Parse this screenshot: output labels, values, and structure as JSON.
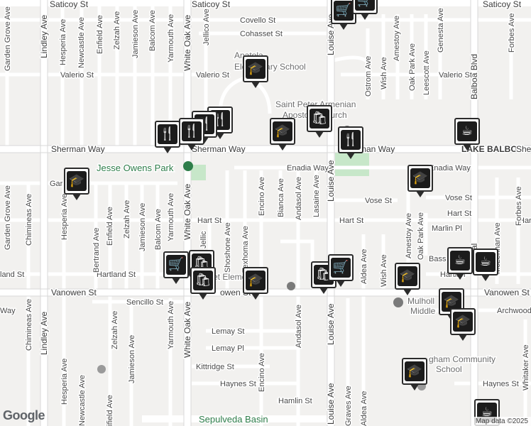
{
  "map": {
    "colors": {
      "background": "#f2f1ef",
      "road": "#ffffff",
      "arterial": "#ffffff",
      "park": "#c7e7c9",
      "marker": "#1c1c1c"
    },
    "streets_h": {
      "saticoy_w": "Saticoy St",
      "saticoy_e": "Saticoy St",
      "covello": "Covello St",
      "cohasset": "Cohasset St",
      "valerio_w": "Valerio St",
      "valerio_c": "Valerio St",
      "valerio_e": "Valerio St",
      "sherman_w": "Sherman Way",
      "sherman_c": "Sherman Way",
      "sherman_e": "man Way",
      "lake_balboa": "LAKE BALBOA",
      "sherman_far": "She",
      "enadia_c": "Enadia Way",
      "enadia_e": "Enadia Way",
      "vose_c": "Vose St",
      "vose_e": "Vose St",
      "hart_w": "Hart St",
      "hart_c": "Hart St",
      "hart_e": "Hart St",
      "hart_far": "Har",
      "marlin": "Marlin Pl",
      "hartland_w": "land St",
      "hartland_c": "Hartland St",
      "hartland_e": "Hartlan",
      "bass": "Bass",
      "vanowen_w": "Vanowen St",
      "vanowen_c": "owen St",
      "vanowen_e": "Vanowen St",
      "sencillo": "Sencillo St",
      "archwood": "Archwood S",
      "lemay_st": "Lemay St",
      "lemay_pl": "Lemay Pl",
      "kittridge": "Kittridge St",
      "haynes_c": "Haynes St",
      "haynes_e": "Haynes St",
      "hamlin": "Hamlin St",
      "way_w1": "Way",
      "way_w2": "Way",
      "gar": "Gar"
    },
    "streets_v": {
      "garden_grove_n": "Garden Grove Ave",
      "lindley_n": "Lindley Ave",
      "hesperia_n": "Hesperia Ave",
      "newcastle_n": "Newcastle Ave",
      "enfield_n": "Enfield Ave",
      "zelzah_n": "Zelzah Ave",
      "jamieson_n": "Jamieson Ave",
      "balcom_n": "Balcom Ave",
      "yarmouth_n": "Yarmouth Ave",
      "white_oak_n": "White Oak Ave",
      "jellico_n": "Jellico Ave",
      "louise_n": "Louise Ave",
      "ostrom": "Ostrom Ave",
      "wish_n": "Wish Ave",
      "amestoy_n": "Amestoy Ave",
      "oak_park_n": "Oak Park Ave",
      "leescott": "Leescott Ave",
      "genesta": "Genesta Ave",
      "forbes_n": "Forbes Ave",
      "balboa_n": "Balboa Blvd",
      "garden_grove_s": "Garden Grove Ave",
      "chimineas_c": "Chimineas Ave",
      "hesperia_c": "Hesperia Ave",
      "bertrand": "Bertrand Ave",
      "enfield_c": "Enfield Ave",
      "zelzah_c": "Zelzah Ave",
      "jamieson_c": "Jamieson Ave",
      "balcom_c": "Balcom Ave",
      "yarmouth_c": "Yarmouth Ave",
      "white_oak_c": "White Oak Ave",
      "jellico_c": "Jellic",
      "shoshone": "Shoshone Ave",
      "texhoma": "Texhoma Ave",
      "encino_n": "Encino Ave",
      "bianca": "Bianca Ave",
      "andasol_n": "Andasol Ave",
      "lasaine": "Lasaine Ave",
      "louise_c": "Louise Ave",
      "aldea_n": "Aldea Ave",
      "wish_c": "Wish Ave",
      "amestoy_c": "Amestoy Ave",
      "oak_park_c": "Oak Park Ave",
      "balboa_c": "Bal",
      "mclennan": "McLennan Ave",
      "forbes_c": "Forbes Ave",
      "chimineas_s": "Chimineas Ave",
      "hesperia_s": "Hesperia Ave",
      "enfield_s": "ifield Ave",
      "zelzah_s": "Zelzah Ave",
      "jamieson_s": "Jamieson Ave",
      "yarmouth_s": "Yarmouth Ave",
      "white_oak_s": "White Oak Ave",
      "encino_s": "Encino Ave",
      "andasol_s": "Andasol Ave",
      "louise_s": "Louise Ave",
      "graves": "Graves Ave",
      "aldea_s": "Aldea Ave",
      "whitaker": "Whitaker Ave",
      "lindley_s": "Lindley Ave",
      "newcastle_s": "Newcastle Ave"
    },
    "places": {
      "anatola_school_a": "Anatola",
      "anatola_school_b": "Elementary School",
      "saint_peter_a": "Saint Peter Armenian",
      "saint_peter_b": "Apostolic Church",
      "jesse_owens": "Jesse Owens Park",
      "elem_school_c": "et Elementary",
      "mulholland_a": "Mulholl",
      "mulholland_b": "Middle",
      "community_school_a": "gham Community",
      "community_school_b": "School",
      "sepulveda": "Sepulveda Basin"
    },
    "markers": [
      {
        "name": "shopping-cart-icon",
        "glyph": "🛒"
      },
      {
        "name": "restaurant-icon",
        "glyph": "🍴"
      },
      {
        "name": "school-icon",
        "glyph": "🎓"
      },
      {
        "name": "shopping-bag-icon",
        "glyph": "🛍"
      },
      {
        "name": "cafe-icon",
        "glyph": "☕"
      }
    ],
    "footer": {
      "logo": "Google",
      "attribution": "Map data ©2025"
    }
  }
}
